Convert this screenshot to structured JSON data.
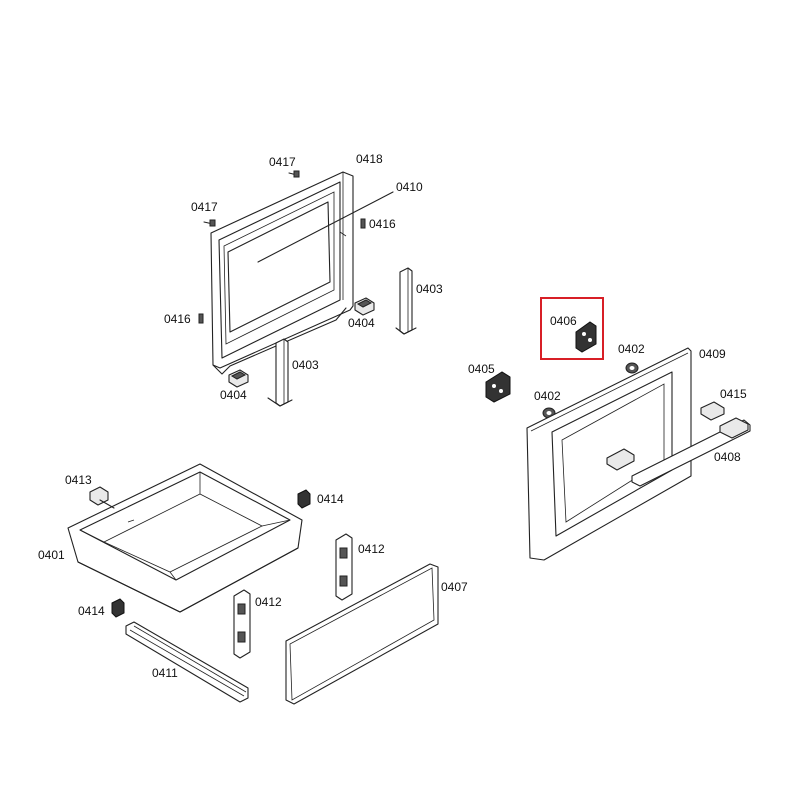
{
  "labels": {
    "l0417a": "0417",
    "l0417b": "0417",
    "l0418": "0418",
    "l0410": "0410",
    "l0416a": "0416",
    "l0416b": "0416",
    "l0403a": "0403",
    "l0403b": "0403",
    "l0404a": "0404",
    "l0404b": "0404",
    "l0406": "0406",
    "l0405": "0405",
    "l0402a": "0402",
    "l0402b": "0402",
    "l0409": "0409",
    "l0415": "0415",
    "l0408": "0408",
    "l0413": "0413",
    "l0414a": "0414",
    "l0414b": "0414",
    "l0401": "0401",
    "l0412a": "0412",
    "l0412b": "0412",
    "l0407": "0407",
    "l0411": "0411"
  },
  "highlight": {
    "part": "0406",
    "color": "#d81f26"
  }
}
